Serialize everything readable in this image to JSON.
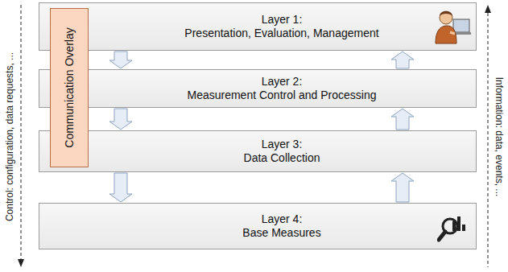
{
  "diagram": {
    "nodes": [
      {
        "text": [
          "Layer 1:",
          "Presentation, Evaluation, Management"
        ]
      },
      {
        "text": [
          "Communication Overlay"
        ]
      },
      {
        "text": [
          "Layer 2:",
          "Measurement Control and Processing"
        ]
      },
      {
        "text": [
          "Layer 3:",
          "Data Collection"
        ]
      },
      {
        "text": [
          "Layer 4:",
          "Base Measures"
        ]
      }
    ],
    "edges": [
      {
        "from": 0,
        "to": 2,
        "arrow": "to"
      },
      {
        "from": 2,
        "to": 3,
        "arrow": "to"
      },
      {
        "from": 3,
        "to": 4,
        "arrow": "to"
      },
      {
        "from": 4,
        "to": 3,
        "arrow": "to"
      },
      {
        "from": 3,
        "to": 2,
        "arrow": "to"
      },
      {
        "from": 2,
        "to": 0,
        "arrow": "to"
      }
    ],
    "labels": [
      "Control: configuration, data requests, ...",
      "Information: data, events, ..."
    ]
  }
}
